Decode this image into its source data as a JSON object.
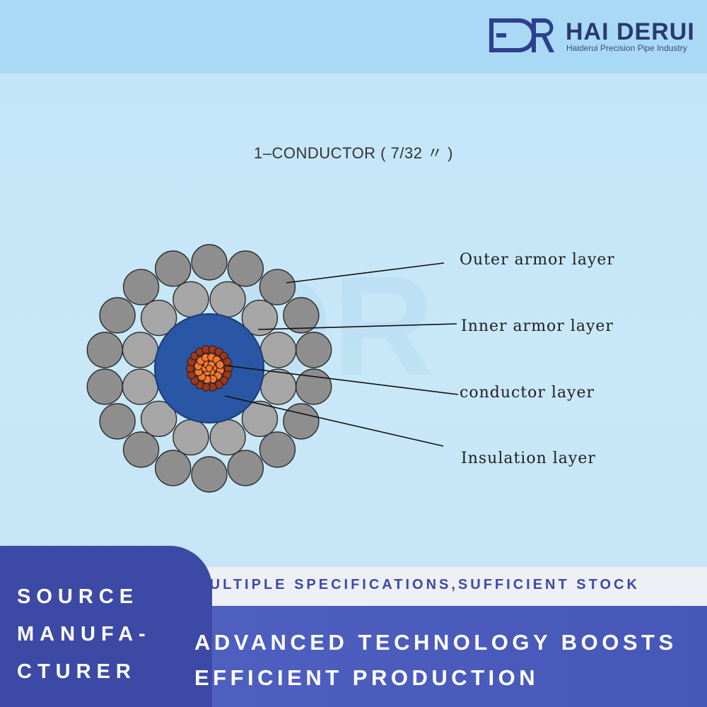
{
  "brand": {
    "mark": "DR",
    "name": "HAI DERUI",
    "subtitle": "Haiderui Precision Pipe Industry"
  },
  "diagram": {
    "title": "1–CONDUCTOR ( 7/32 〃 )",
    "labels": [
      "Outer armor layer",
      "Inner armor layer",
      "conductor layer",
      "Insulation layer"
    ],
    "colors": {
      "outer_wire": "#8e8e8e",
      "inner_wire": "#a6a6a6",
      "insulation": "#2a57a5",
      "conductor": "#f07a32",
      "conductor_outer": "#9a3a1e"
    }
  },
  "banner": {
    "left_lines": [
      "SOURCE",
      "MANUFA-",
      "CTURER"
    ],
    "strip": "MULTIPLE SPECIFICATIONS,SUFFICIENT STOCK",
    "right_lines": [
      "ADVANCED TECHNOLOGY BOOSTS",
      "EFFICIENT PRODUCTION"
    ]
  }
}
